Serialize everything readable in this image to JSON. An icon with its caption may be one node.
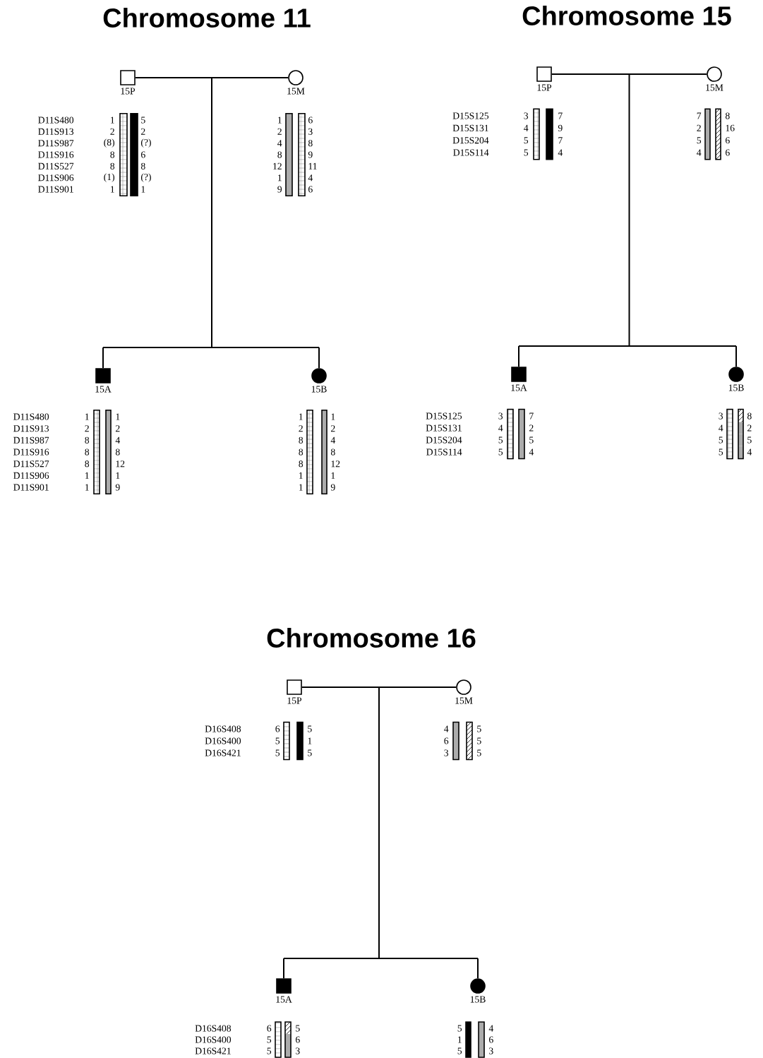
{
  "diagram": {
    "nodes": [
      {
        "text": [
          "15P"
        ],
        "beside": [
          "1",
          "5",
          "2",
          "2",
          "(8)",
          "(?)",
          "8",
          "6",
          "8",
          "8",
          "(1)",
          "(?)",
          "1",
          "1"
        ]
      },
      {
        "text": [
          "15M"
        ],
        "beside": [
          "1",
          "6",
          "2",
          "3",
          "4",
          "8",
          "8",
          "9",
          "12",
          "11",
          "1",
          "4",
          "9",
          "6"
        ]
      },
      {
        "text": [
          "15A"
        ],
        "beside": [
          "1",
          "1",
          "2",
          "2",
          "8",
          "4",
          "8",
          "8",
          "8",
          "12",
          "1",
          "1",
          "1",
          "9"
        ]
      },
      {
        "text": [
          "15B"
        ],
        "beside": [
          "1",
          "1",
          "2",
          "2",
          "8",
          "4",
          "8",
          "8",
          "8",
          "12",
          "1",
          "1",
          "1",
          "9"
        ]
      },
      {
        "text": [
          "15P"
        ],
        "beside": [
          "3",
          "7",
          "4",
          "9",
          "5",
          "7",
          "5",
          "4"
        ]
      },
      {
        "text": [
          "15M"
        ],
        "beside": [
          "7",
          "8",
          "2",
          "16",
          "5",
          "6",
          "4",
          "6"
        ]
      },
      {
        "text": [
          "15A"
        ],
        "beside": [
          "3",
          "7",
          "4",
          "2",
          "5",
          "5",
          "5",
          "4"
        ]
      },
      {
        "text": [
          "15B"
        ],
        "beside": [
          "3",
          "8",
          "4",
          "2",
          "5",
          "5",
          "5",
          "4"
        ]
      },
      {
        "text": [
          "15P"
        ],
        "beside": [
          "6",
          "5",
          "5",
          "1",
          "5",
          "5"
        ]
      },
      {
        "text": [
          "15M"
        ],
        "beside": [
          "4",
          "5",
          "6",
          "5",
          "3",
          "5"
        ]
      },
      {
        "text": [
          "15A"
        ],
        "beside": [
          "6",
          "5",
          "5",
          "6",
          "5",
          "3"
        ]
      },
      {
        "text": [
          "15B"
        ],
        "beside": [
          "5",
          "4",
          "1",
          "6",
          "5",
          "3"
        ]
      }
    ],
    "edges": [
      {
        "from": 0,
        "to": 1,
        "arrow": "none"
      },
      {
        "from": 0,
        "to": 2,
        "arrow": "none"
      },
      {
        "from": 0,
        "to": 3,
        "arrow": "none"
      },
      {
        "from": 1,
        "to": 2,
        "arrow": "none"
      },
      {
        "from": 1,
        "to": 3,
        "arrow": "none"
      },
      {
        "from": 4,
        "to": 5,
        "arrow": "none"
      },
      {
        "from": 4,
        "to": 6,
        "arrow": "none"
      },
      {
        "from": 4,
        "to": 7,
        "arrow": "none"
      },
      {
        "from": 5,
        "to": 6,
        "arrow": "none"
      },
      {
        "from": 5,
        "to": 7,
        "arrow": "none"
      },
      {
        "from": 8,
        "to": 9,
        "arrow": "none"
      },
      {
        "from": 8,
        "to": 10,
        "arrow": "none"
      },
      {
        "from": 8,
        "to": 11,
        "arrow": "none"
      },
      {
        "from": 9,
        "to": 10,
        "arrow": "none"
      },
      {
        "from": 9,
        "to": 11,
        "arrow": "none"
      }
    ],
    "labels": [
      "Chromosome 11",
      "D11S480",
      "D11S913",
      "D11S987",
      "D11S916",
      "D11S527",
      "D11S906",
      "D11S901",
      "D11S480",
      "D11S913",
      "D11S987",
      "D11S916",
      "D11S527",
      "D11S906",
      "D11S901",
      "Chromosome 15",
      "D15S125",
      "D15S131",
      "D15S204",
      "D15S114",
      "D15S125",
      "D15S131",
      "D15S204",
      "D15S114",
      "Chromosome 16",
      "D16S408",
      "D16S400",
      "D16S421",
      "D16S408",
      "D16S400",
      "D16S421"
    ]
  }
}
